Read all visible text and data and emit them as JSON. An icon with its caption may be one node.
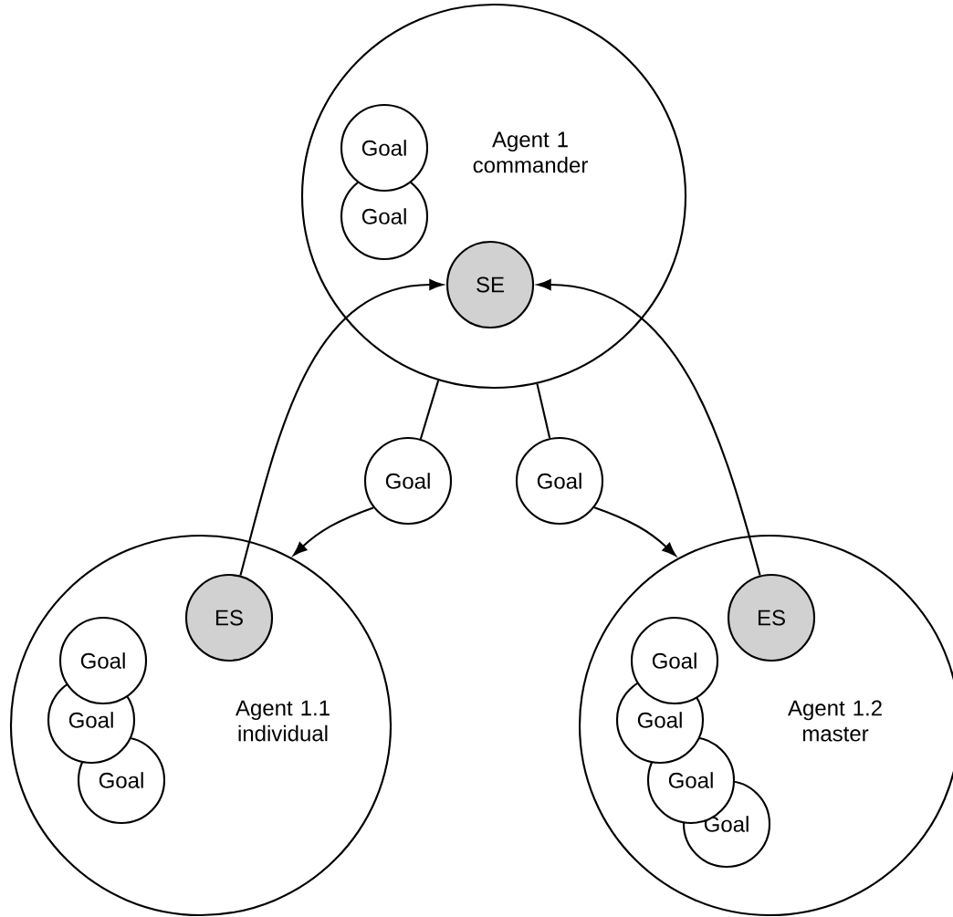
{
  "diagram": {
    "nodes": [
      {
        "text": [
          "Agent 1 commander"
        ]
      },
      {
        "text": [
          "Goal"
        ],
        "in": 0
      },
      {
        "text": [
          "Goal"
        ],
        "in": 0
      },
      {
        "text": [
          "SE"
        ],
        "in": 0
      },
      {
        "text": [
          "Goal"
        ]
      },
      {
        "text": [
          "Goal"
        ]
      },
      {
        "text": [
          "Agent 1.1 individual"
        ]
      },
      {
        "text": [
          "ES"
        ],
        "in": 6
      },
      {
        "text": [
          "Goal"
        ],
        "in": 6
      },
      {
        "text": [
          "Goal"
        ],
        "in": 6
      },
      {
        "text": [
          "Goal"
        ],
        "in": 6
      },
      {
        "text": [
          "Agent 1.2 master"
        ]
      },
      {
        "text": [
          "ES"
        ],
        "in": 11
      },
      {
        "text": [
          "Goal"
        ],
        "in": 11
      },
      {
        "text": [
          "Goal"
        ],
        "in": 11
      },
      {
        "text": [
          "Goal"
        ],
        "in": 11
      },
      {
        "text": [
          "Goal"
        ],
        "in": 11
      }
    ],
    "edges": [
      {
        "from": 0,
        "to": 4,
        "arrow": "none"
      },
      {
        "from": 4,
        "to": 6,
        "arrow": "to"
      },
      {
        "from": 0,
        "to": 5,
        "arrow": "none"
      },
      {
        "from": 5,
        "to": 11,
        "arrow": "to"
      },
      {
        "from": 7,
        "to": 3,
        "arrow": "to"
      },
      {
        "from": 12,
        "to": 3,
        "arrow": "to"
      }
    ]
  }
}
